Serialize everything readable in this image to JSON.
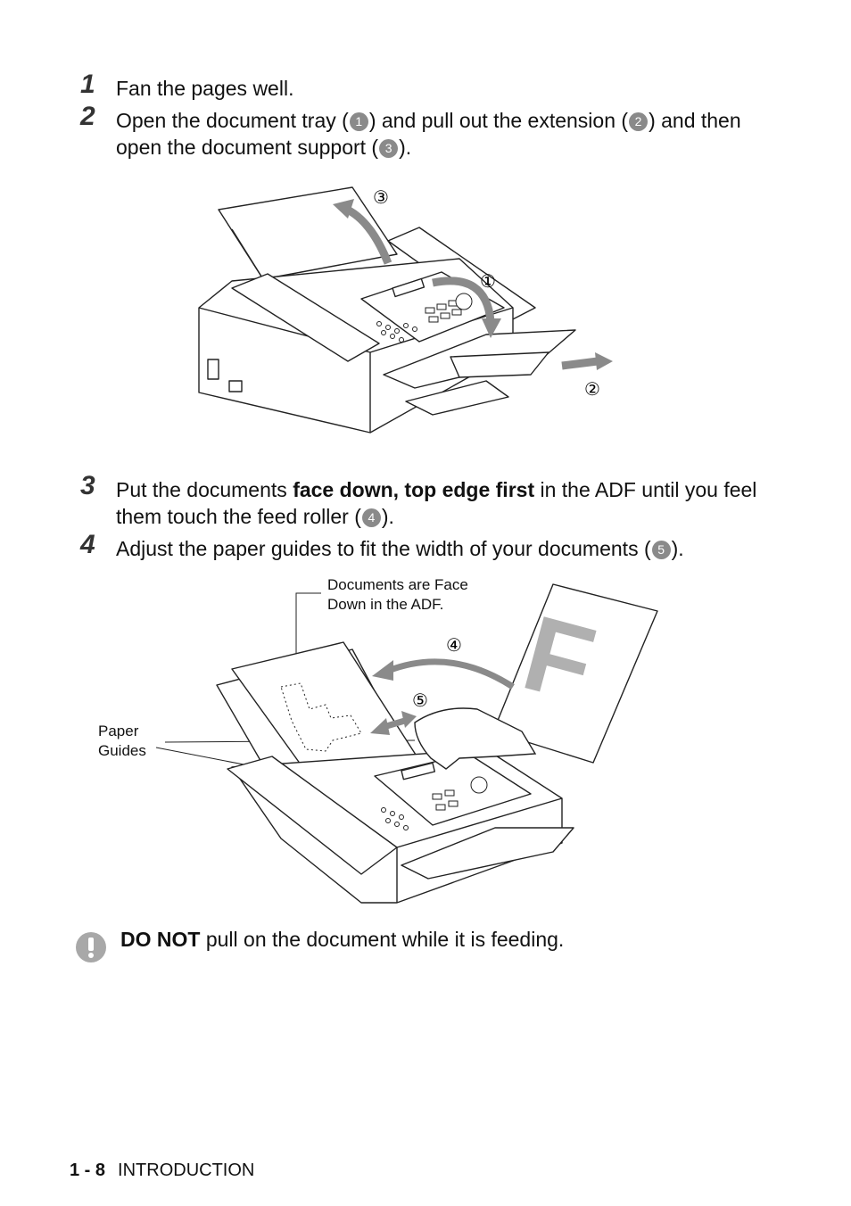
{
  "steps": [
    {
      "num": "1",
      "text": "Fan the pages well."
    },
    {
      "num": "2",
      "t1": "Open the document tray (",
      "t2": ") and pull out the extension (",
      "t3": ") and then open the document support (",
      "t4": ")."
    },
    {
      "num": "3",
      "t1": "Put the documents ",
      "bold": "face down, top edge first",
      "t2": " in the ADF until you feel them touch the feed roller (",
      "t3": ")."
    },
    {
      "num": "4",
      "t1": "Adjust the paper guides to fit the width of your documents (",
      "t2": ")."
    }
  ],
  "badges": [
    "1",
    "2",
    "3",
    "4",
    "5"
  ],
  "figure1": {
    "labels": [
      "③",
      "①",
      "②"
    ]
  },
  "figure2": {
    "callout_docs": [
      "Documents are Face",
      "Down in the ADF."
    ],
    "callout_guides": [
      "Paper",
      "Guides"
    ],
    "labels": [
      "④",
      "⑤"
    ],
    "paper_letter": "F"
  },
  "note": {
    "bold": "DO NOT",
    "text": " pull on the document while it is feeding."
  },
  "footer": {
    "page": "1 - 8",
    "section": "INTRODUCTION"
  }
}
